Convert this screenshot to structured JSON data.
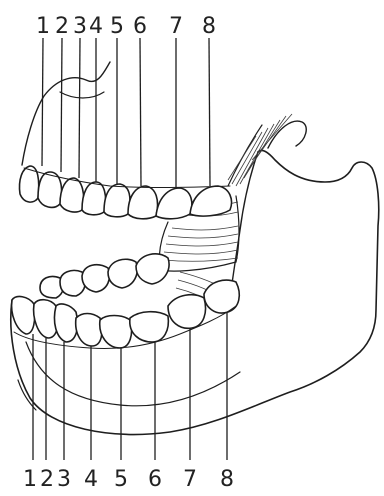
{
  "upper_labels": [
    "1",
    "2",
    "3",
    "4",
    "5",
    "6",
    "7",
    "8"
  ],
  "lower_labels": [
    "1",
    "2",
    "3",
    "4",
    "5",
    "6",
    "7",
    "8"
  ]
}
